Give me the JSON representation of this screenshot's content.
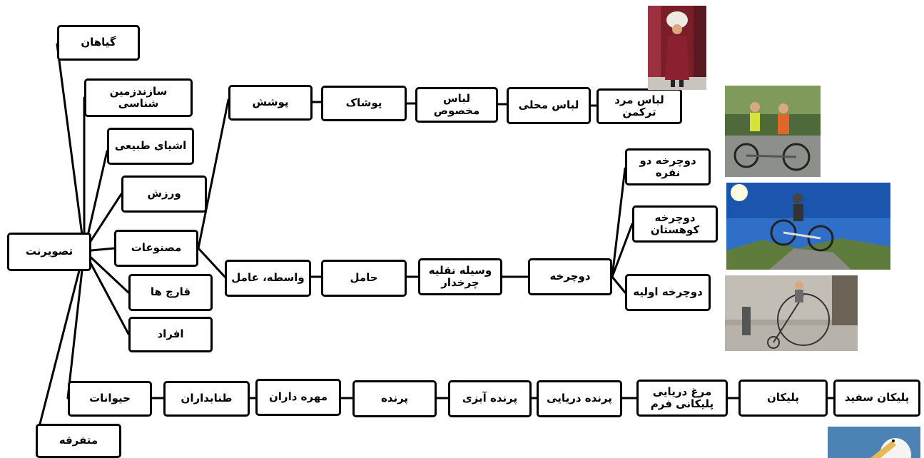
{
  "root": "تصویرنت",
  "categories": [
    "گیاهان",
    "سازندزمین شناسی",
    "اشیای طبیعی",
    "ورزش",
    "مصنوعات",
    "قارچ ها",
    "افراد",
    "حیوانات",
    "متفرقه"
  ],
  "clothing_chain": [
    "پوشش",
    "پوشاک",
    "لباس مخصوص",
    "لباس محلی",
    "لباس مرد ترکمن"
  ],
  "vehicle_chain": [
    "واسطه، عامل",
    "حامل",
    "وسیله نقلیه چرخدار",
    "دوچرخه"
  ],
  "bicycle_types": [
    "دوچرخه دو نفره",
    "دوچرخه کوهستان",
    "دوچرخه اولیه"
  ],
  "animal_chain": [
    "حیوانات",
    "طنابداران",
    "مهره داران",
    "پرنده",
    "پرنده آبزی",
    "پرنده دریایی",
    "مرغ دریایی پلیکانی فرم",
    "پلیکان",
    "پلیکان سفید"
  ],
  "photos": [
    "turkmen-man-photo",
    "tandem-bicycle-photo",
    "mountain-bike-photo",
    "penny-farthing-photo",
    "white-pelican-photo"
  ]
}
